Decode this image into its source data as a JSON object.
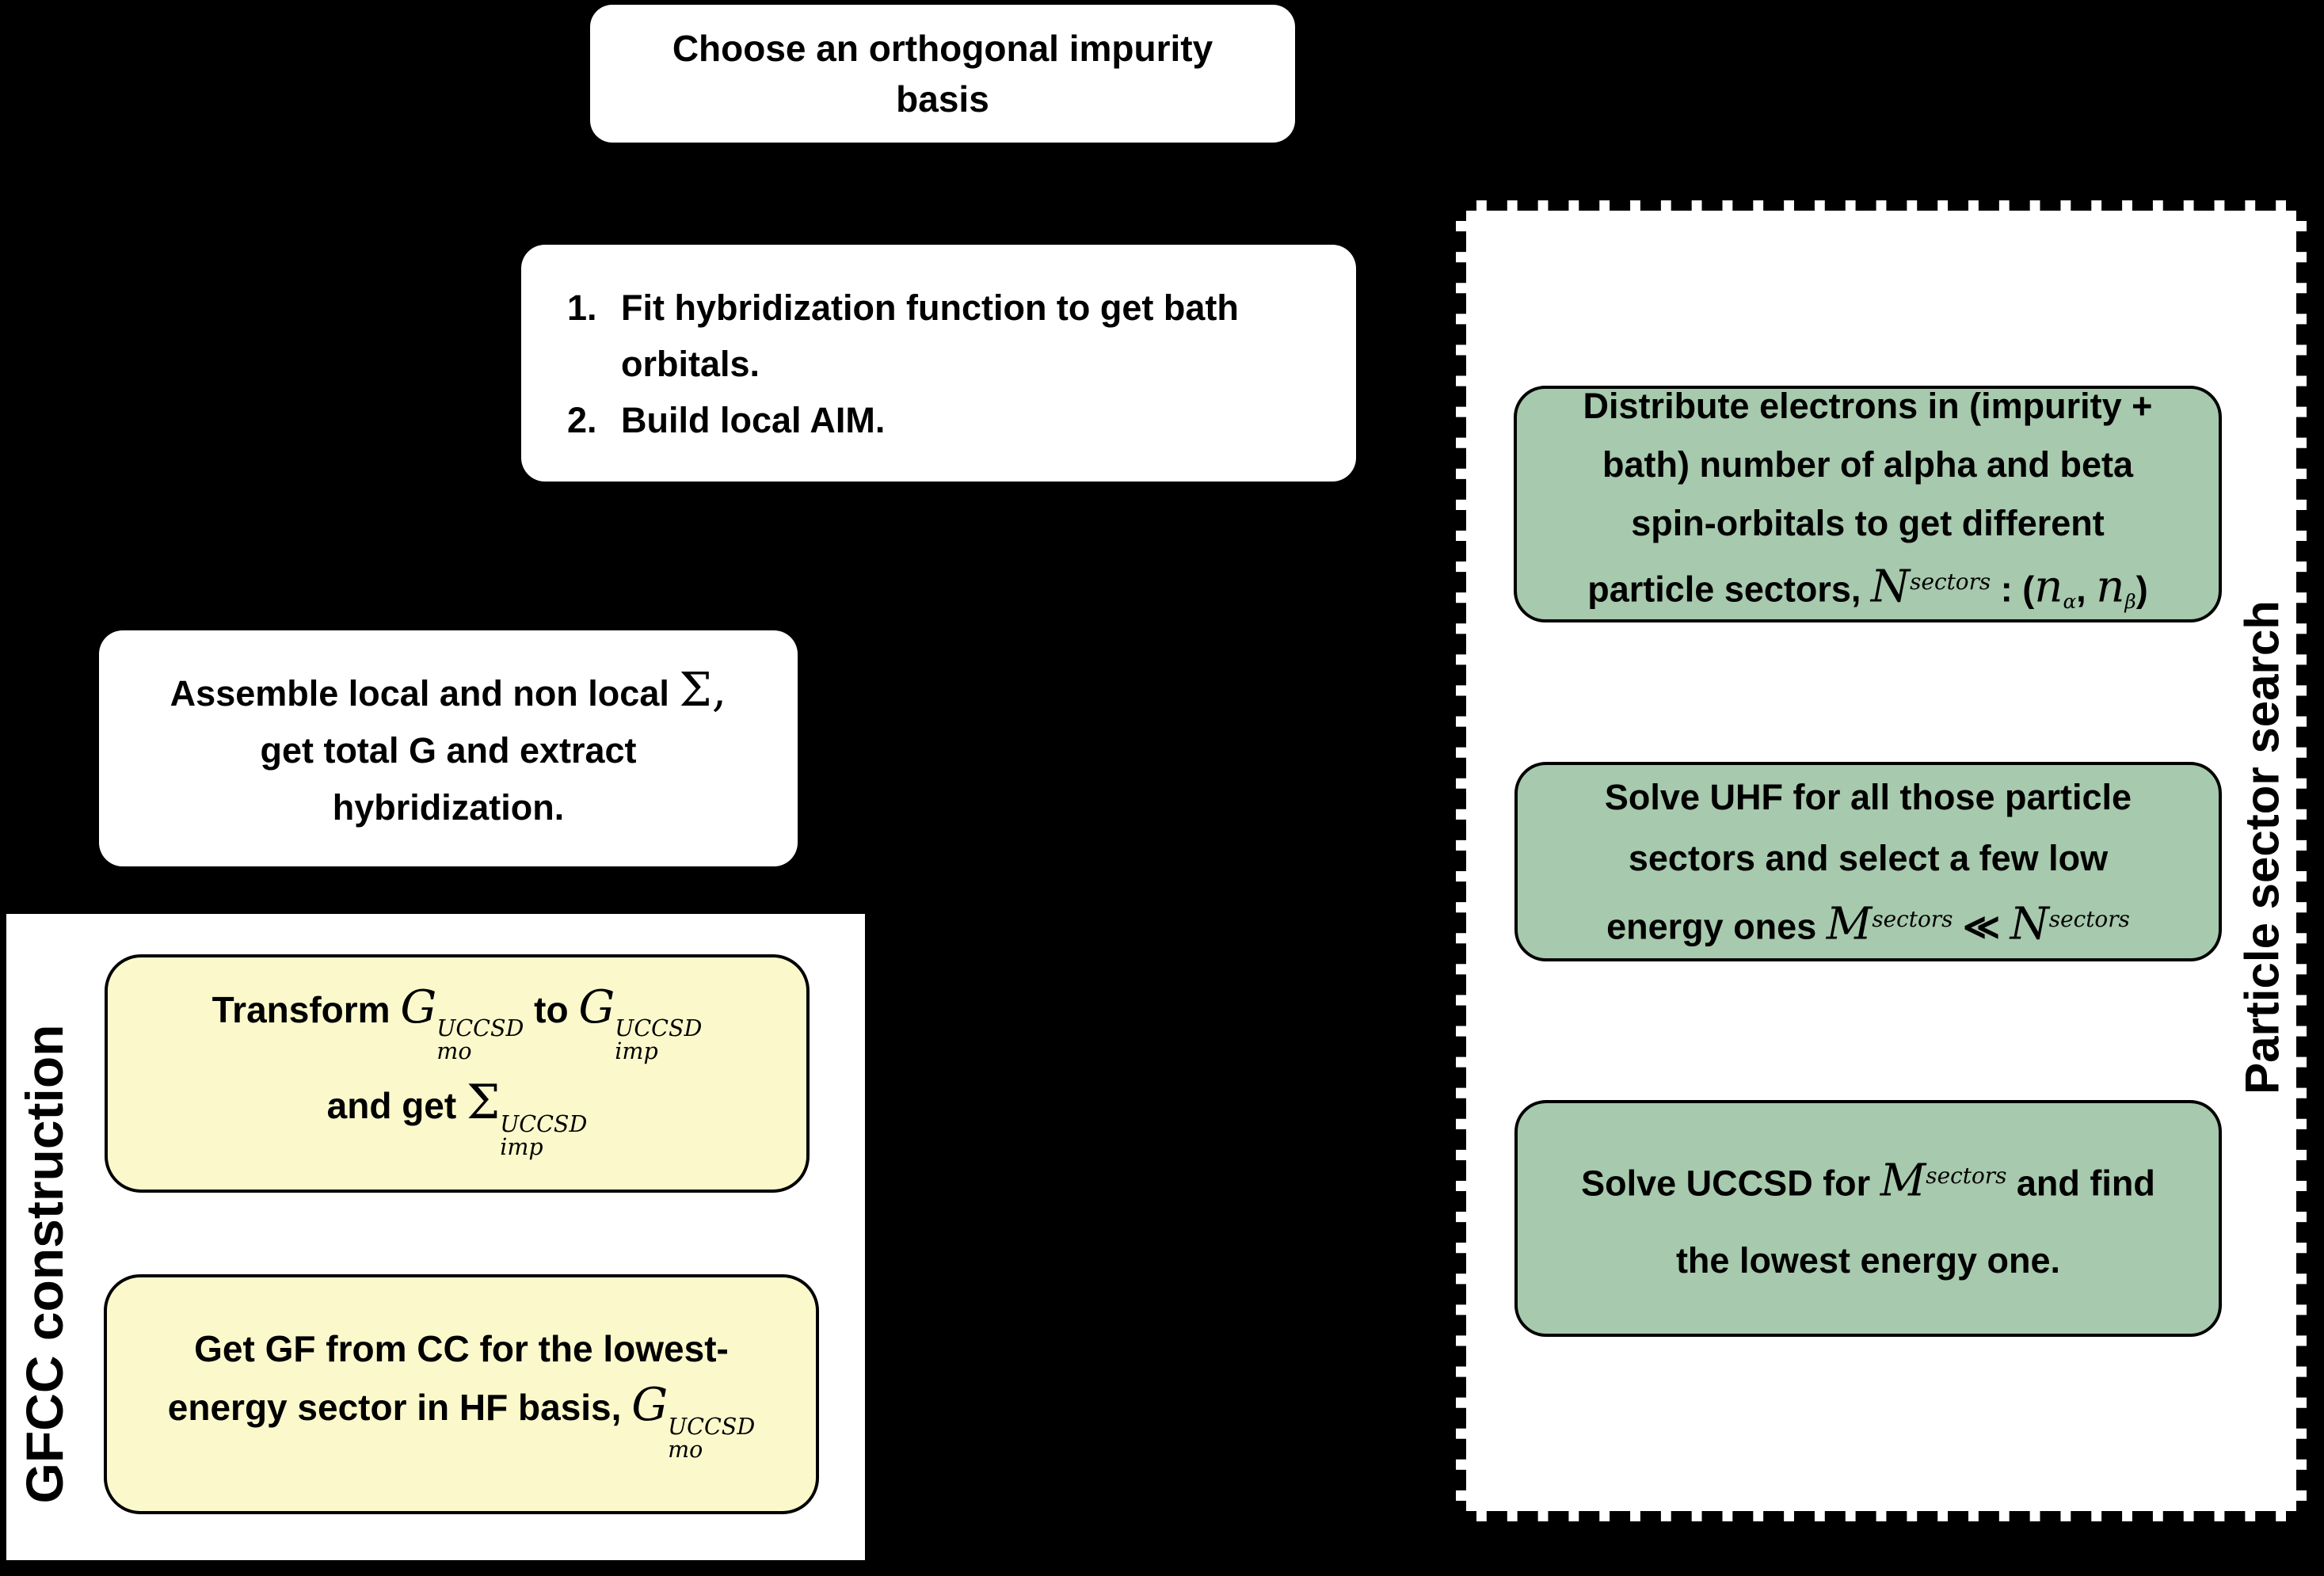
{
  "colors": {
    "background": "#000000",
    "panel": "#ffffff",
    "yellow": "#fbf9cb",
    "green": "#a7c9ad",
    "line": "#000000"
  },
  "choose": {
    "text": "Choose an orthogonal impurity basis"
  },
  "steps": {
    "items": [
      "Fit hybridization function to get bath orbitals.",
      "Build local AIM."
    ]
  },
  "assemble": {
    "l1a": "Assemble local and non local ",
    "l1b": "Σ,",
    "l2": "get total G and extract",
    "l3": "hybridization."
  },
  "gfcc": {
    "label": "GFCC construction",
    "transform_box": {
      "r1": "Transform ",
      "G1": "G",
      "sup1": "UCCSD",
      "sub1": "mo",
      "r2": " to ",
      "G2": "G",
      "sup2": "UCCSD",
      "sub2": "imp",
      "r3": "and get ",
      "S": "Σ",
      "sup3": "UCCSD",
      "sub3": "imp"
    },
    "getgf_box": {
      "l1": "Get GF from CC for the lowest-",
      "l2a": "energy sector in HF basis, ",
      "G": "G",
      "sup": "UCCSD",
      "sub": "mo"
    }
  },
  "pss": {
    "label": "Particle sector search",
    "distribute_box": {
      "l1": "Distribute electrons in (impurity +",
      "l2": "bath) number of alpha and beta",
      "l3": "spin-orbitals to get different",
      "l4a": "particle sectors, ",
      "N": "N",
      "Nsup": "sectors",
      "l4b": " : (",
      "n1": "n",
      "n1sub": "α",
      "l4c": ", ",
      "n2": "n",
      "n2sub": "β",
      "l4d": ")"
    },
    "uhf_box": {
      "l1": "Solve UHF for all those particle",
      "l2": "sectors and select a few low",
      "l3a": "energy ones ",
      "M": "M",
      "Msup": "sectors",
      "l3b": " ≪ ",
      "N": "N",
      "Nsup": "sectors"
    },
    "uccsd_box": {
      "l1a": "Solve UCCSD for ",
      "M": "M",
      "Msup": "sectors",
      "l1b": " and find",
      "l2": "the lowest energy one."
    }
  }
}
